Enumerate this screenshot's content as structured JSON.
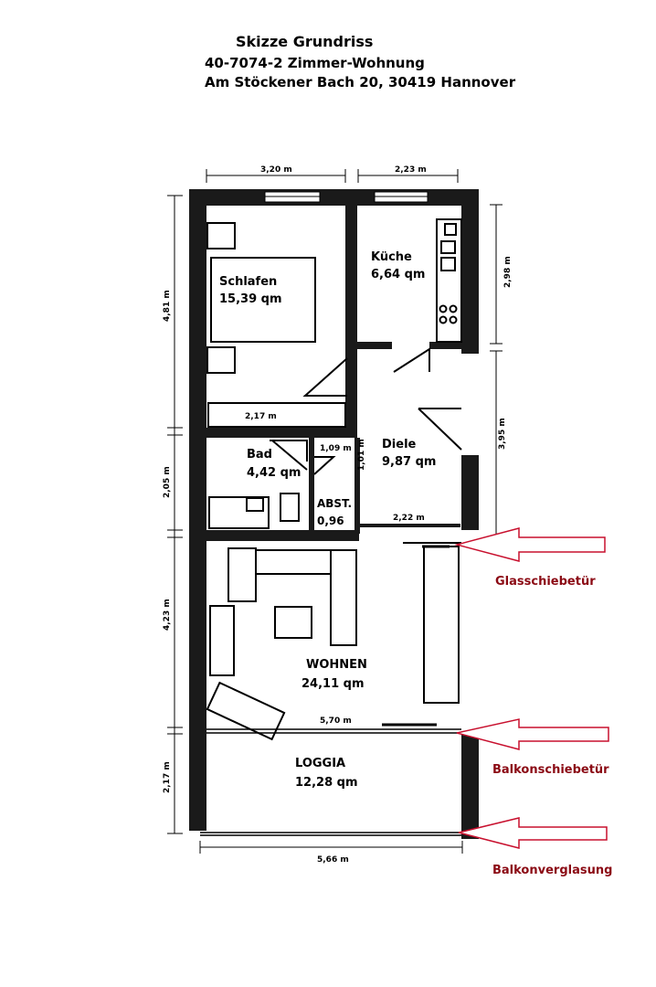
{
  "header": {
    "title": "Skizze  Grundriss",
    "line1": "40-7074-2 Zimmer-Wohnung",
    "line2": "Am Stöckener Bach 20, 30419 Hannover"
  },
  "rooms": {
    "schlafen": {
      "name": "Schlafen",
      "area": "15,39 qm"
    },
    "kueche": {
      "name": "Küche",
      "area": "6,64 qm"
    },
    "diele": {
      "name": "Diele",
      "area": "9,87 qm"
    },
    "bad": {
      "name": "Bad",
      "area": "4,42 qm"
    },
    "abst": {
      "name": "ABST.",
      "area": "0,96"
    },
    "wohnen": {
      "name": "WOHNEN",
      "area": "24,11 qm"
    },
    "loggia": {
      "name": "LOGGIA",
      "area": "12,28 qm"
    }
  },
  "dimensions": {
    "top_left": "3,20 m",
    "top_right": "2,23 m",
    "left_1": "4,81 m",
    "left_2": "2,05 m",
    "left_3": "4,23 m",
    "left_4": "2,17 m",
    "right_1": "2,98 m",
    "right_2": "3,95 m",
    "wardrobe": "2,17 m",
    "shaft_w": "1,09 m",
    "shaft_h": "1,01 m",
    "diele_w": "2,22 m",
    "wohnen_w": "5,70 m",
    "bottom": "5,66 m"
  },
  "annotations": {
    "glass_door": "Glasschiebetür",
    "balcony_door": "Balkonschiebetür",
    "balcony_glazing": "Balkonverglasung"
  },
  "colors": {
    "annotation": "#8b0a14",
    "wall": "#1a1a1a"
  }
}
